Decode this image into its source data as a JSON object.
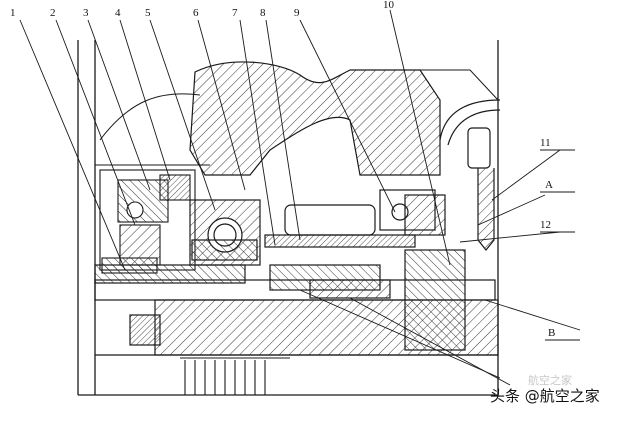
{
  "labels": {
    "n1": "1",
    "n2": "2",
    "n3": "3",
    "n4": "4",
    "n5": "5",
    "n6": "6",
    "n7": "7",
    "n8": "8",
    "n9": "9",
    "n10": "10",
    "n11": "11",
    "n12": "12",
    "A": "A",
    "B": "B"
  },
  "watermark": {
    "text": "头条 @航空之家",
    "faint": "航空之家"
  },
  "colors": {
    "ink": "#1a1a1a",
    "paper": "#ffffff"
  }
}
